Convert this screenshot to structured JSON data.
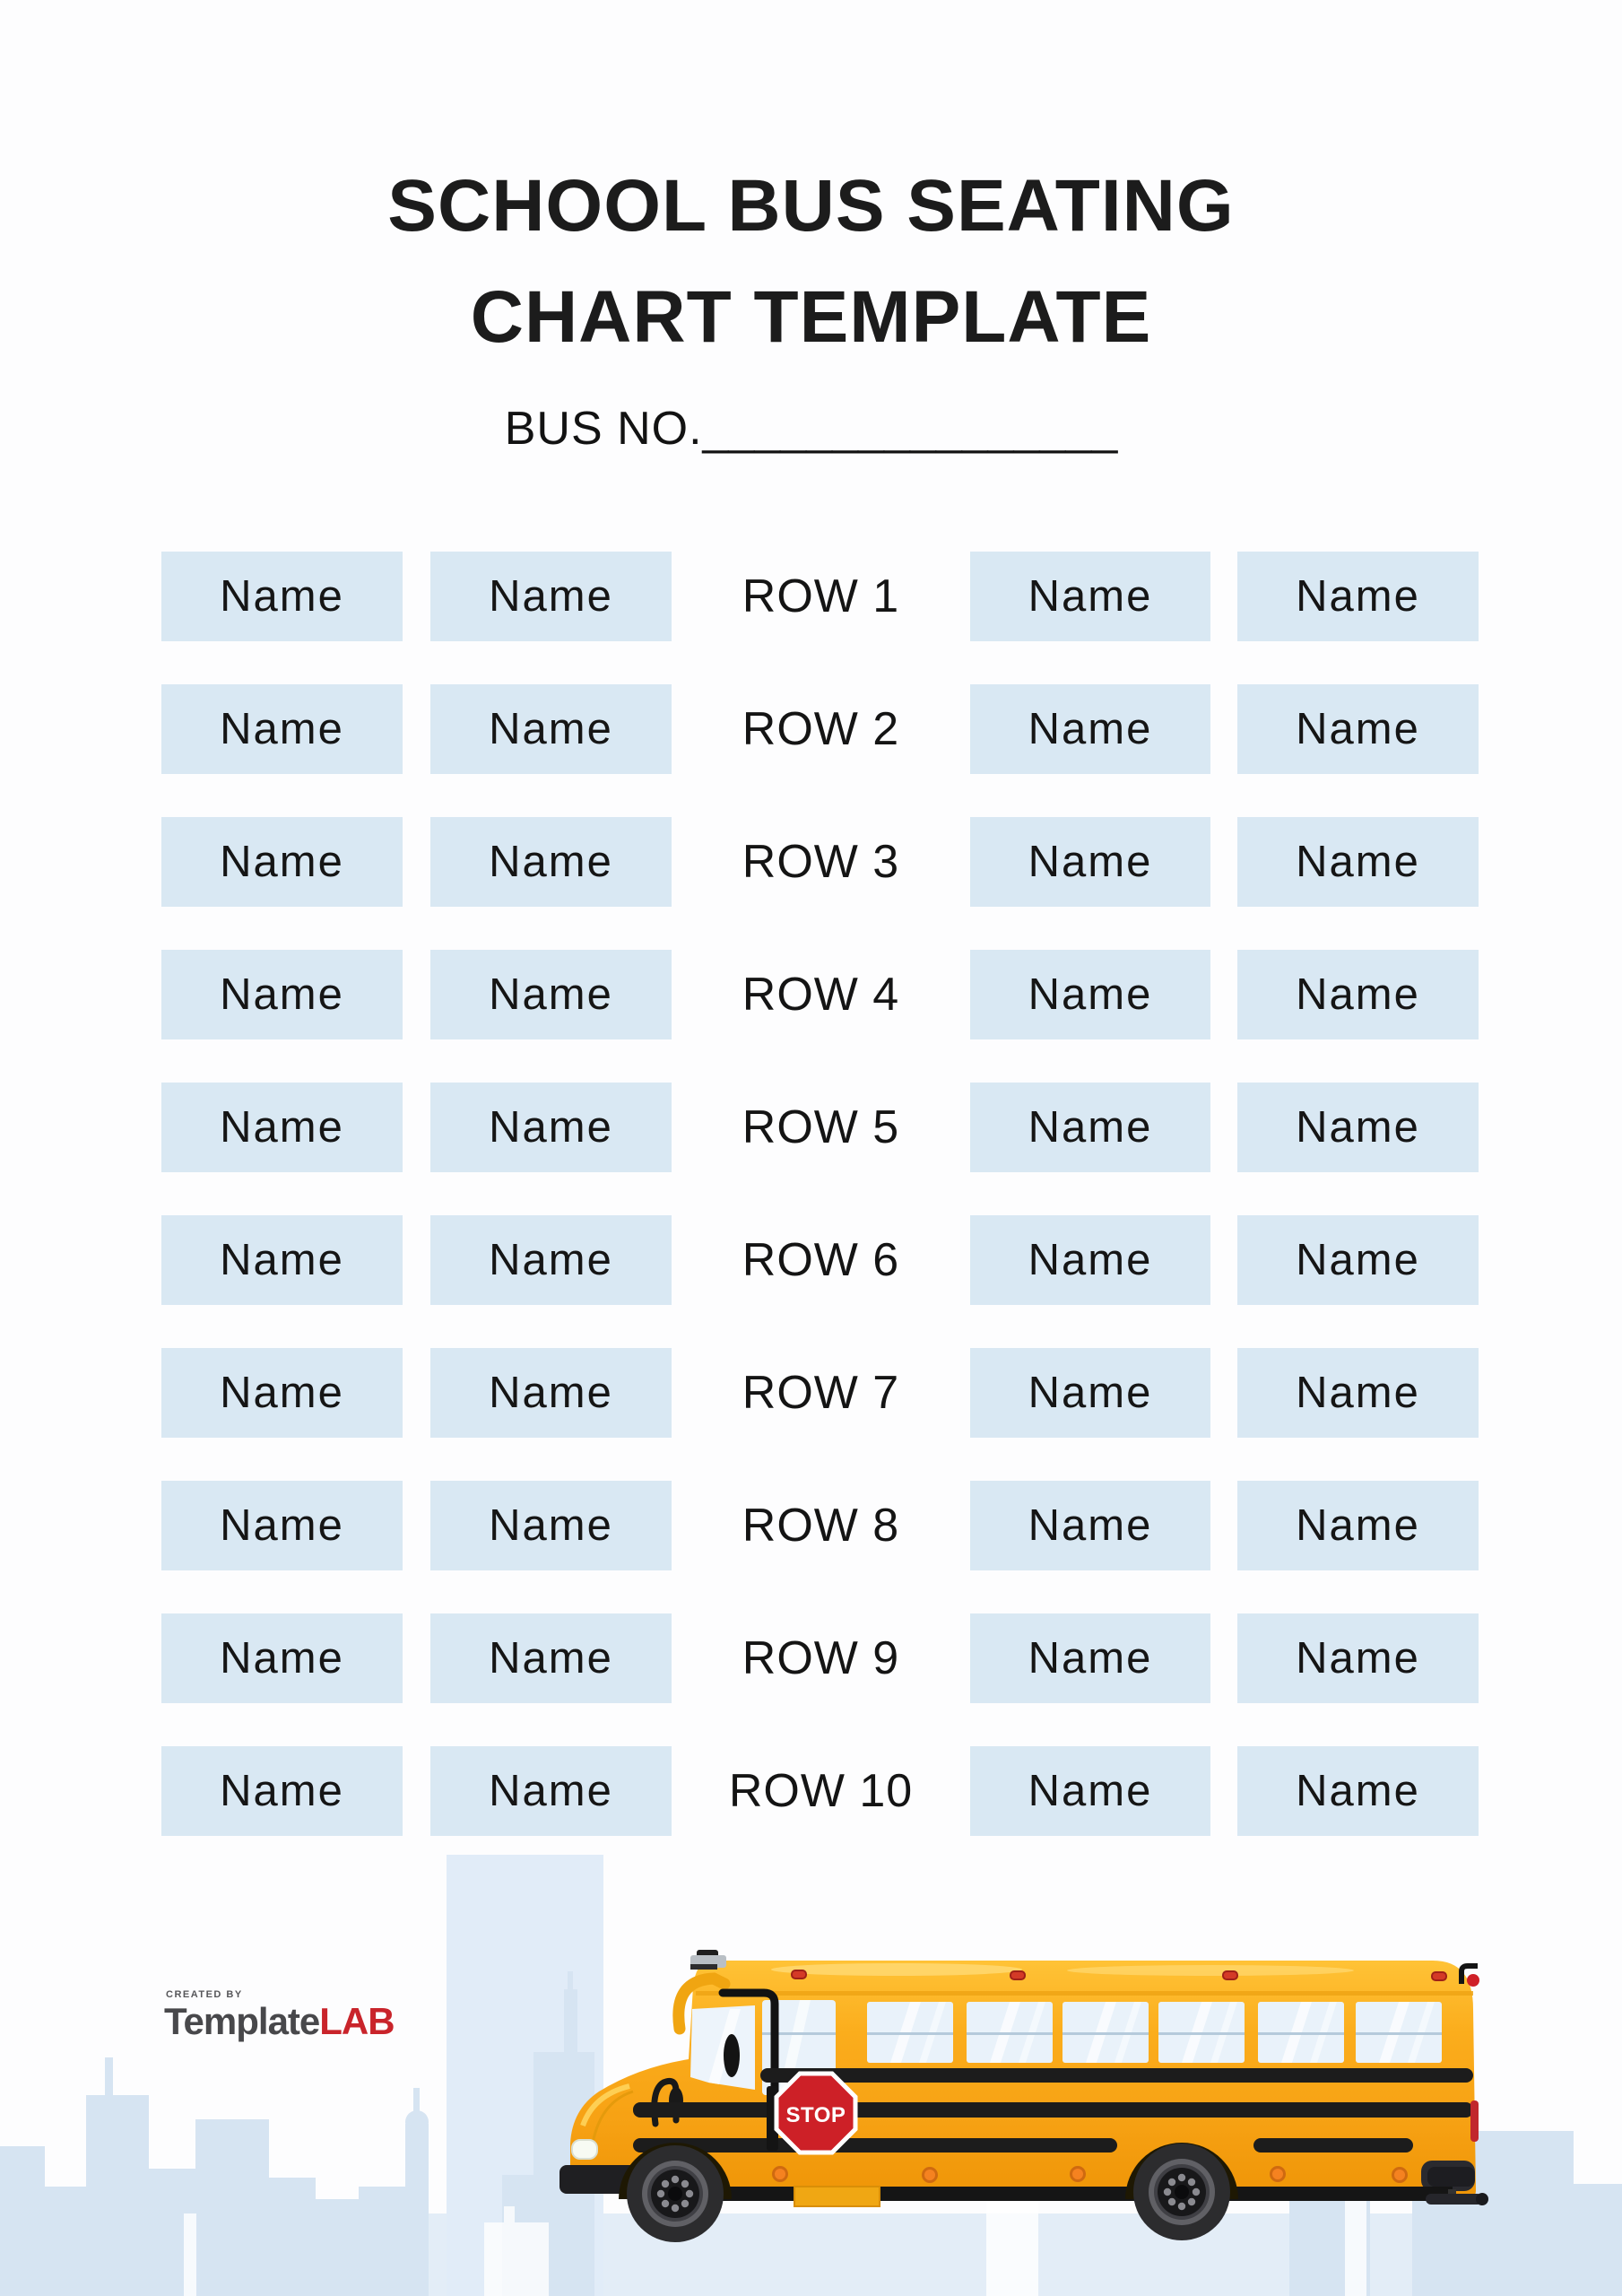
{
  "header": {
    "title_line1": "SCHOOL BUS SEATING",
    "title_line2": "CHART TEMPLATE",
    "bus_no_label": "BUS NO.",
    "bus_no_blank": "________________"
  },
  "seating": {
    "rows": [
      {
        "label": "ROW 1",
        "seats": [
          "Name",
          "Name",
          "Name",
          "Name"
        ]
      },
      {
        "label": "ROW 2",
        "seats": [
          "Name",
          "Name",
          "Name",
          "Name"
        ]
      },
      {
        "label": "ROW 3",
        "seats": [
          "Name",
          "Name",
          "Name",
          "Name"
        ]
      },
      {
        "label": "ROW 4",
        "seats": [
          "Name",
          "Name",
          "Name",
          "Name"
        ]
      },
      {
        "label": "ROW 5",
        "seats": [
          "Name",
          "Name",
          "Name",
          "Name"
        ]
      },
      {
        "label": "ROW 6",
        "seats": [
          "Name",
          "Name",
          "Name",
          "Name"
        ]
      },
      {
        "label": "ROW 7",
        "seats": [
          "Name",
          "Name",
          "Name",
          "Name"
        ]
      },
      {
        "label": "ROW 8",
        "seats": [
          "Name",
          "Name",
          "Name",
          "Name"
        ]
      },
      {
        "label": "ROW 9",
        "seats": [
          "Name",
          "Name",
          "Name",
          "Name"
        ]
      },
      {
        "label": "ROW 10",
        "seats": [
          "Name",
          "Name",
          "Name",
          "Name"
        ]
      }
    ]
  },
  "footer": {
    "logo": {
      "tagline": "CREATED BY",
      "brand_primary": "Template",
      "brand_accent": "LAB"
    },
    "bus": {
      "stop_sign_label": "STOP"
    }
  },
  "colors": {
    "seat_box": "#d9e8f3",
    "text": "#151515",
    "bus_yellow": "#f8a817",
    "stop_red": "#cd2027",
    "logo_red": "#c9242b",
    "skyline_blue": "#d6e4f2",
    "band_blue": "#e3edf7"
  }
}
